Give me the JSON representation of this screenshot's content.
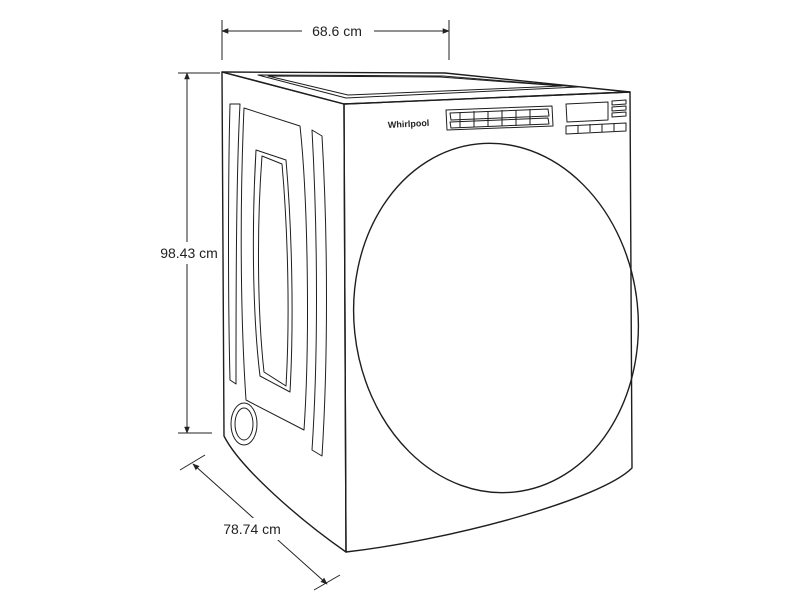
{
  "dimensions": {
    "width": "68.6 cm",
    "height": "98.43 cm",
    "depth": "78.74 cm"
  },
  "brand": "Whirlpool",
  "colors": {
    "line": "#1e1e1e",
    "background": "#ffffff"
  }
}
